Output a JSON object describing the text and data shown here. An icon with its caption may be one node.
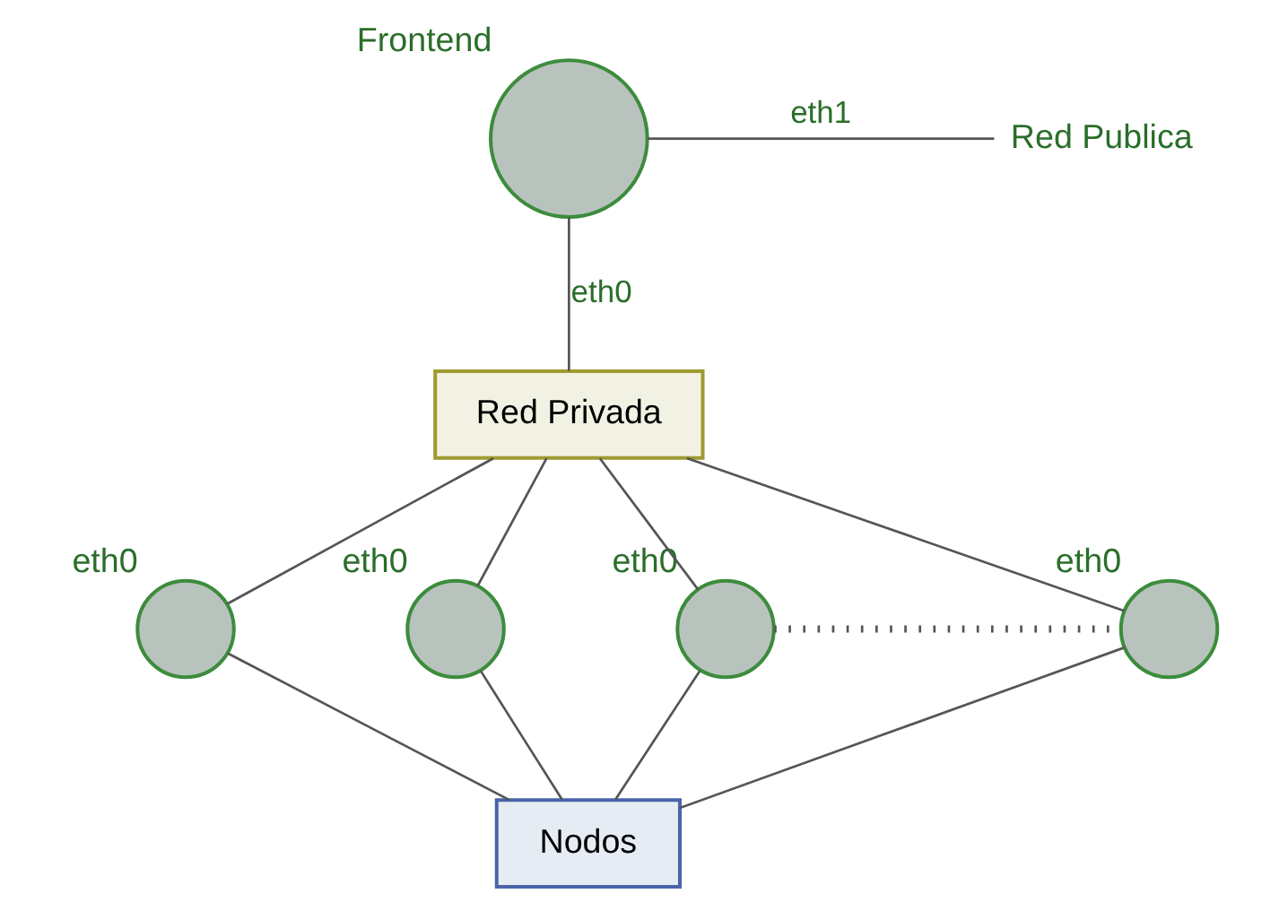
{
  "diagram": {
    "nodes": [
      {
        "text": [
          "Frontend"
        ]
      },
      {
        "text": [
          "Red Publica"
        ]
      },
      {
        "text": [
          "Red Privada"
        ]
      },
      {
        "text": [],
        "shape": "circle",
        "beside": [
          "eth0"
        ]
      },
      {
        "text": [],
        "shape": "circle",
        "beside": [
          "eth0"
        ]
      },
      {
        "text": [],
        "shape": "circle",
        "beside": [
          "eth0"
        ]
      },
      {
        "text": [],
        "shape": "circle",
        "beside": [
          "eth0"
        ]
      },
      {
        "text": [
          "Nodos"
        ]
      }
    ],
    "edges": [
      {
        "from": 0,
        "to": 1,
        "arrow": "none",
        "label": "eth1"
      },
      {
        "from": 0,
        "to": 2,
        "arrow": "none",
        "label": "eth0"
      },
      {
        "from": 2,
        "to": 3,
        "arrow": "none"
      },
      {
        "from": 2,
        "to": 4,
        "arrow": "none"
      },
      {
        "from": 2,
        "to": 5,
        "arrow": "none"
      },
      {
        "from": 2,
        "to": 6,
        "arrow": "none"
      },
      {
        "from": 5,
        "to": 6,
        "arrow": "none",
        "style": "dashed"
      },
      {
        "from": 3,
        "to": 7,
        "arrow": "none"
      },
      {
        "from": 4,
        "to": 7,
        "arrow": "none"
      },
      {
        "from": 5,
        "to": 7,
        "arrow": "none"
      },
      {
        "from": 6,
        "to": 7,
        "arrow": "none"
      }
    ]
  }
}
